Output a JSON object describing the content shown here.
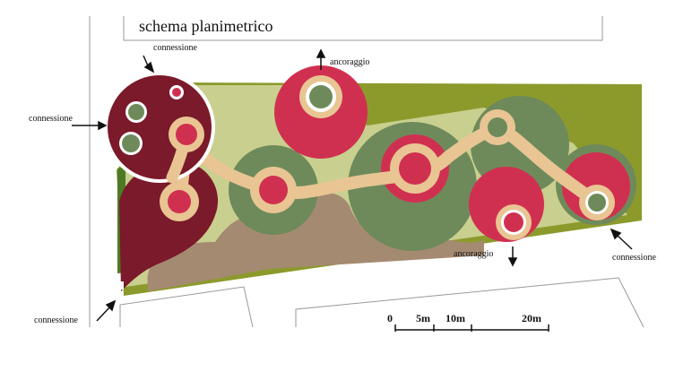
{
  "title": "schema planimetrico",
  "labels": {
    "connessione_top": "connessione",
    "connessione_left": "connessione",
    "connessione_bottom_left": "connessione",
    "connessione_right": "connessione",
    "ancoraggio_top": "ancoraggio",
    "ancoraggio_bottom": "ancoraggio"
  },
  "scale": {
    "ticks": [
      "0",
      "5m",
      "10m",
      "20m"
    ]
  },
  "colors": {
    "olive": "#8c9a2c",
    "light_green": "#c9cf8e",
    "sage": "#6e8a5b",
    "crimson": "#d03050",
    "maroon": "#7a1a2a",
    "tan": "#e8c593",
    "brown": "#a58a72",
    "dark_green": "#4f7a25"
  }
}
